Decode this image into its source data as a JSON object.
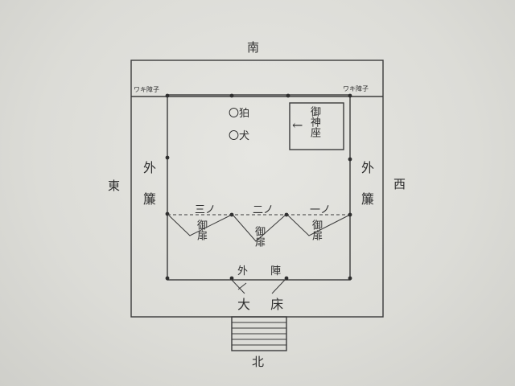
{
  "directions": {
    "south": "南",
    "north": "北",
    "east": "東",
    "west": "西"
  },
  "corner_labels": {
    "left": "ワキ障子",
    "right": "ワキ障子"
  },
  "side_labels": {
    "left": "外 簾",
    "right": "外 簾"
  },
  "items": {
    "haku": "〇狛",
    "inu": "〇犬",
    "goza": "御神座",
    "arrow": "←"
  },
  "doors": [
    {
      "num": "三ノ",
      "name": "御扉"
    },
    {
      "num": "二ノ",
      "name": "御扉"
    },
    {
      "num": "一ノ",
      "name": "御扉"
    }
  ],
  "bottom": {
    "outer_label": "外 陣",
    "daisho": "大 床"
  }
}
